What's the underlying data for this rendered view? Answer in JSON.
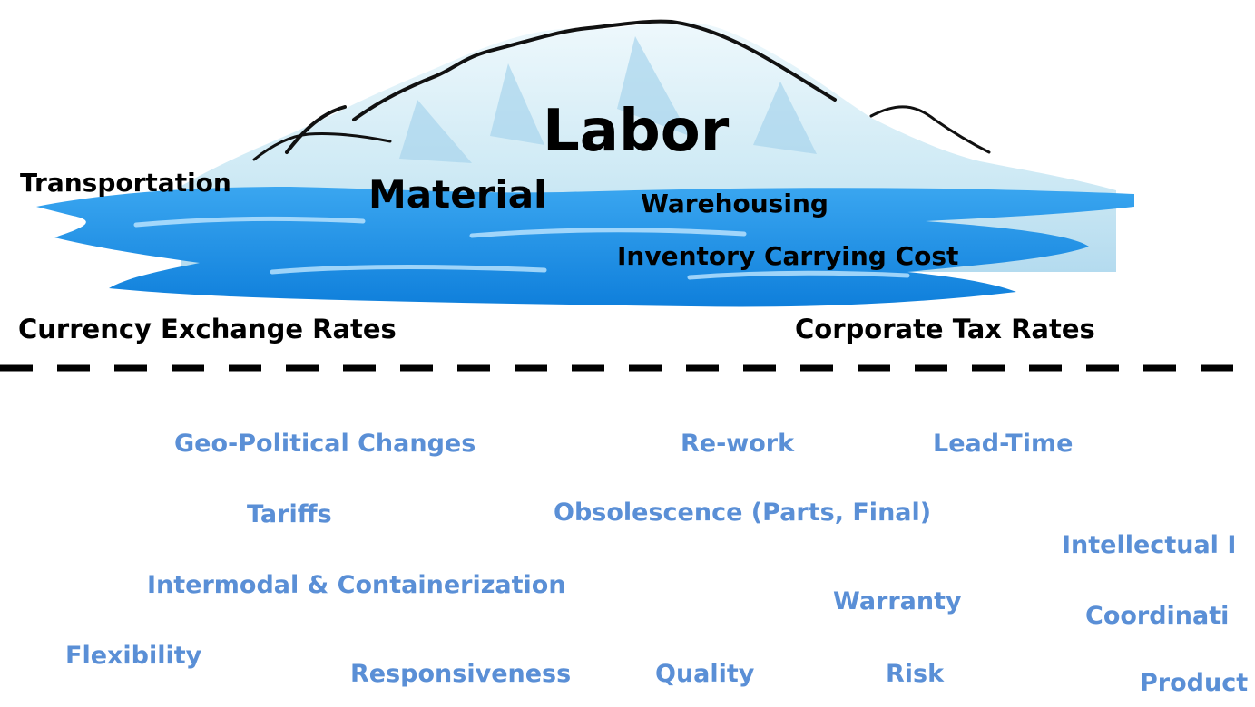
{
  "colors": {
    "above_text": "#000000",
    "below_text": "#5a8fd6",
    "water": "#1a8ee8",
    "ice": "#cfeaf5",
    "waterline": "#000000"
  },
  "above_water": {
    "labor": "Labor",
    "material": "Material",
    "transportation": "Transportation",
    "warehousing": "Warehousing",
    "inventory_carrying_cost": "Inventory Carrying Cost",
    "currency_exchange_rates": "Currency Exchange Rates",
    "corporate_tax_rates": "Corporate Tax Rates"
  },
  "below_water": {
    "geo_political_changes": "Geo-Political Changes",
    "re_work": "Re-work",
    "lead_time": "Lead-Time",
    "tariffs": "Tariffs",
    "obsolescence": "Obsolescence (Parts, Final)",
    "intellectual": "Intellectual I",
    "intermodal": "Intermodal & Containerization",
    "warranty": "Warranty",
    "coordination": "Coordinati",
    "flexibility": "Flexibility",
    "responsiveness": "Responsiveness",
    "quality": "Quality",
    "risk": "Risk",
    "product": "Product"
  }
}
